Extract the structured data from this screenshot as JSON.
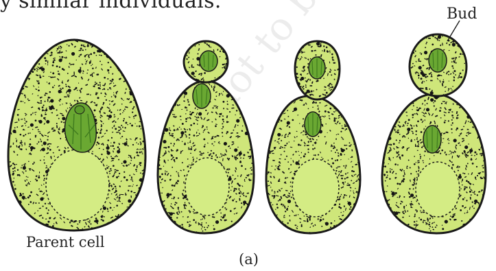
{
  "text": {
    "top_line": "y similar individuals.",
    "bud_label": "Bud",
    "parent_label": "Parent cell",
    "panel_label": "(a)",
    "watermark": "not to be"
  },
  "colors": {
    "cell_fill": "#cfe67a",
    "cell_outline": "#1a1a1a",
    "vacuole_fill": "#d4ec84",
    "nucleus_fill": "#6aa832",
    "nucleus_dark": "#3f7a1f",
    "speckle": "#151515",
    "watermark": "#ececec"
  },
  "figure": {
    "type": "yeast budding sequence",
    "stages": [
      {
        "name": "stage-1-parent-cell",
        "has_bud": false
      },
      {
        "name": "stage-2-small-bud",
        "has_bud": true
      },
      {
        "name": "stage-3-growing-bud",
        "has_bud": true
      },
      {
        "name": "stage-4-large-bud",
        "has_bud": true
      }
    ]
  }
}
